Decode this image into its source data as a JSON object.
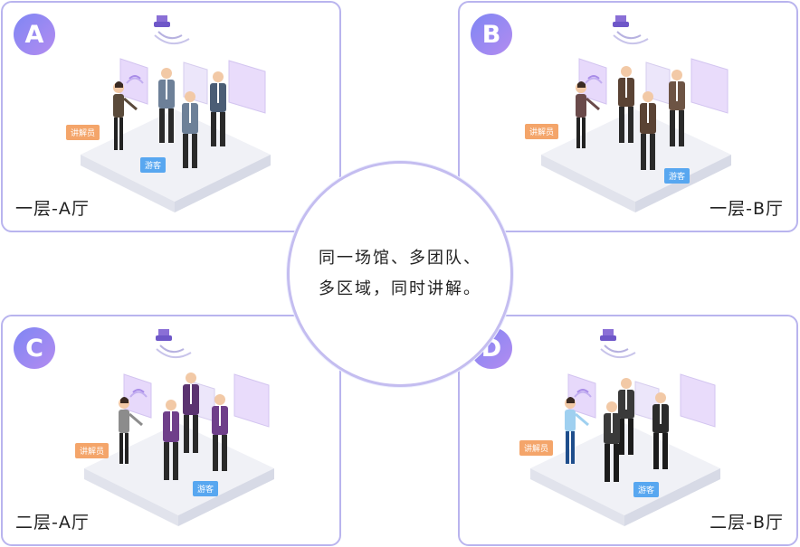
{
  "panels": [
    {
      "id": "A",
      "badge": "A",
      "hall": "一层-A厅",
      "guide_tag": "讲解员",
      "visitor_tag": "游客",
      "suit": "#4b5d75",
      "jacket": "#6d8098"
    },
    {
      "id": "B",
      "badge": "B",
      "hall": "一层-B厅",
      "guide_tag": "讲解员",
      "visitor_tag": "游客",
      "suit": "#5a4334",
      "jacket": "#6d5444"
    },
    {
      "id": "C",
      "badge": "C",
      "hall": "二层-A厅",
      "guide_tag": "讲解员",
      "visitor_tag": "游客",
      "suit": "#5b3370",
      "jacket": "#6f3f8a"
    },
    {
      "id": "D",
      "badge": "D",
      "hall": "二层-B厅",
      "guide_tag": "讲解员",
      "visitor_tag": "游客",
      "suit": "#2b2b2b",
      "jacket": "#3a3a3a"
    }
  ],
  "center": {
    "line1": "同一场馆、多团队、",
    "line2": "多区域，同时讲解。"
  },
  "colors": {
    "badge_start": "#7f86f4",
    "badge_end": "#b38cf0",
    "panel_border": "#b9b4ee",
    "guide_tag": "#f4a56a",
    "visitor_tag": "#58a7f0"
  }
}
